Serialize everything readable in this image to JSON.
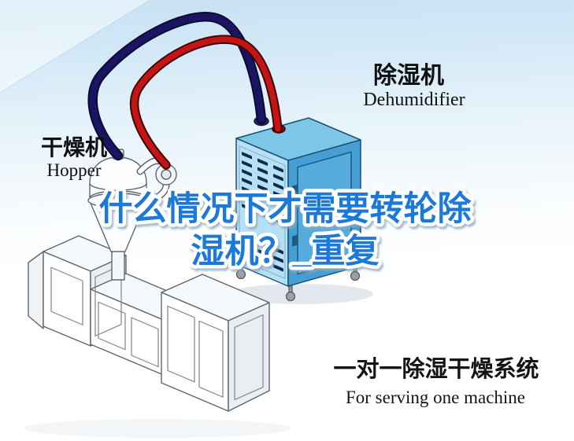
{
  "background": {
    "sky": "#c7e1f3",
    "white": "#ffffff"
  },
  "machine_label": {
    "cn": "干燥机",
    "en": "Hopper"
  },
  "dehumidifier_label": {
    "cn": "除湿机",
    "en": "Dehumidifier"
  },
  "title": {
    "line1": "什么情况下才需要转轮除",
    "line2": "湿机？_重复",
    "color": "#1b79d9",
    "outline": "#ffffff"
  },
  "caption": {
    "cn": "一对一除湿干燥系统",
    "en": "For serving one machine",
    "color": "#141414"
  },
  "illustration": {
    "dehumidifier": {
      "top": "#7cc7e8",
      "front": "#b5e0f5",
      "side": "#459fd3",
      "door": "#54abdc",
      "vents": "#102a4e"
    },
    "hoses": {
      "red": "#c41414",
      "blue": "#1b1464"
    },
    "machine_outline": "#5e666d"
  }
}
